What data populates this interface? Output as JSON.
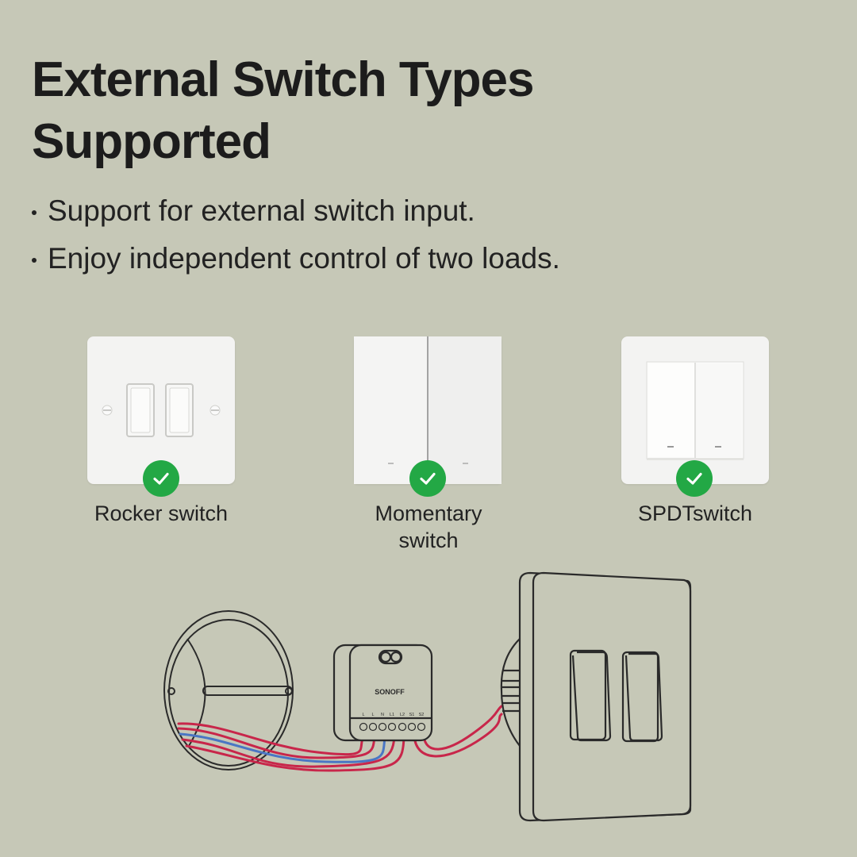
{
  "heading": {
    "line1": "External Switch Types",
    "line2": "Supported"
  },
  "bullets": [
    "Support for external switch input.",
    "Enjoy independent control of two loads."
  ],
  "switch_types": [
    {
      "label": "Rocker switch",
      "icon": "rocker-switch-icon",
      "status_icon": "check-circle-icon"
    },
    {
      "label_line1": "Momentary",
      "label_line2": "switch",
      "icon": "momentary-switch-icon",
      "status_icon": "check-circle-icon"
    },
    {
      "label": "SPDTswitch",
      "icon": "spdt-switch-icon",
      "status_icon": "check-circle-icon"
    }
  ],
  "diagram": {
    "device_brand": "SONOFF",
    "terminals": [
      "L",
      "L",
      "N",
      "L1",
      "L2",
      "S1",
      "S2"
    ]
  },
  "colors": {
    "background": "#c6c8b7",
    "check_green": "#23a845",
    "wire_red": "#c8264a",
    "wire_blue": "#4a76c4"
  }
}
